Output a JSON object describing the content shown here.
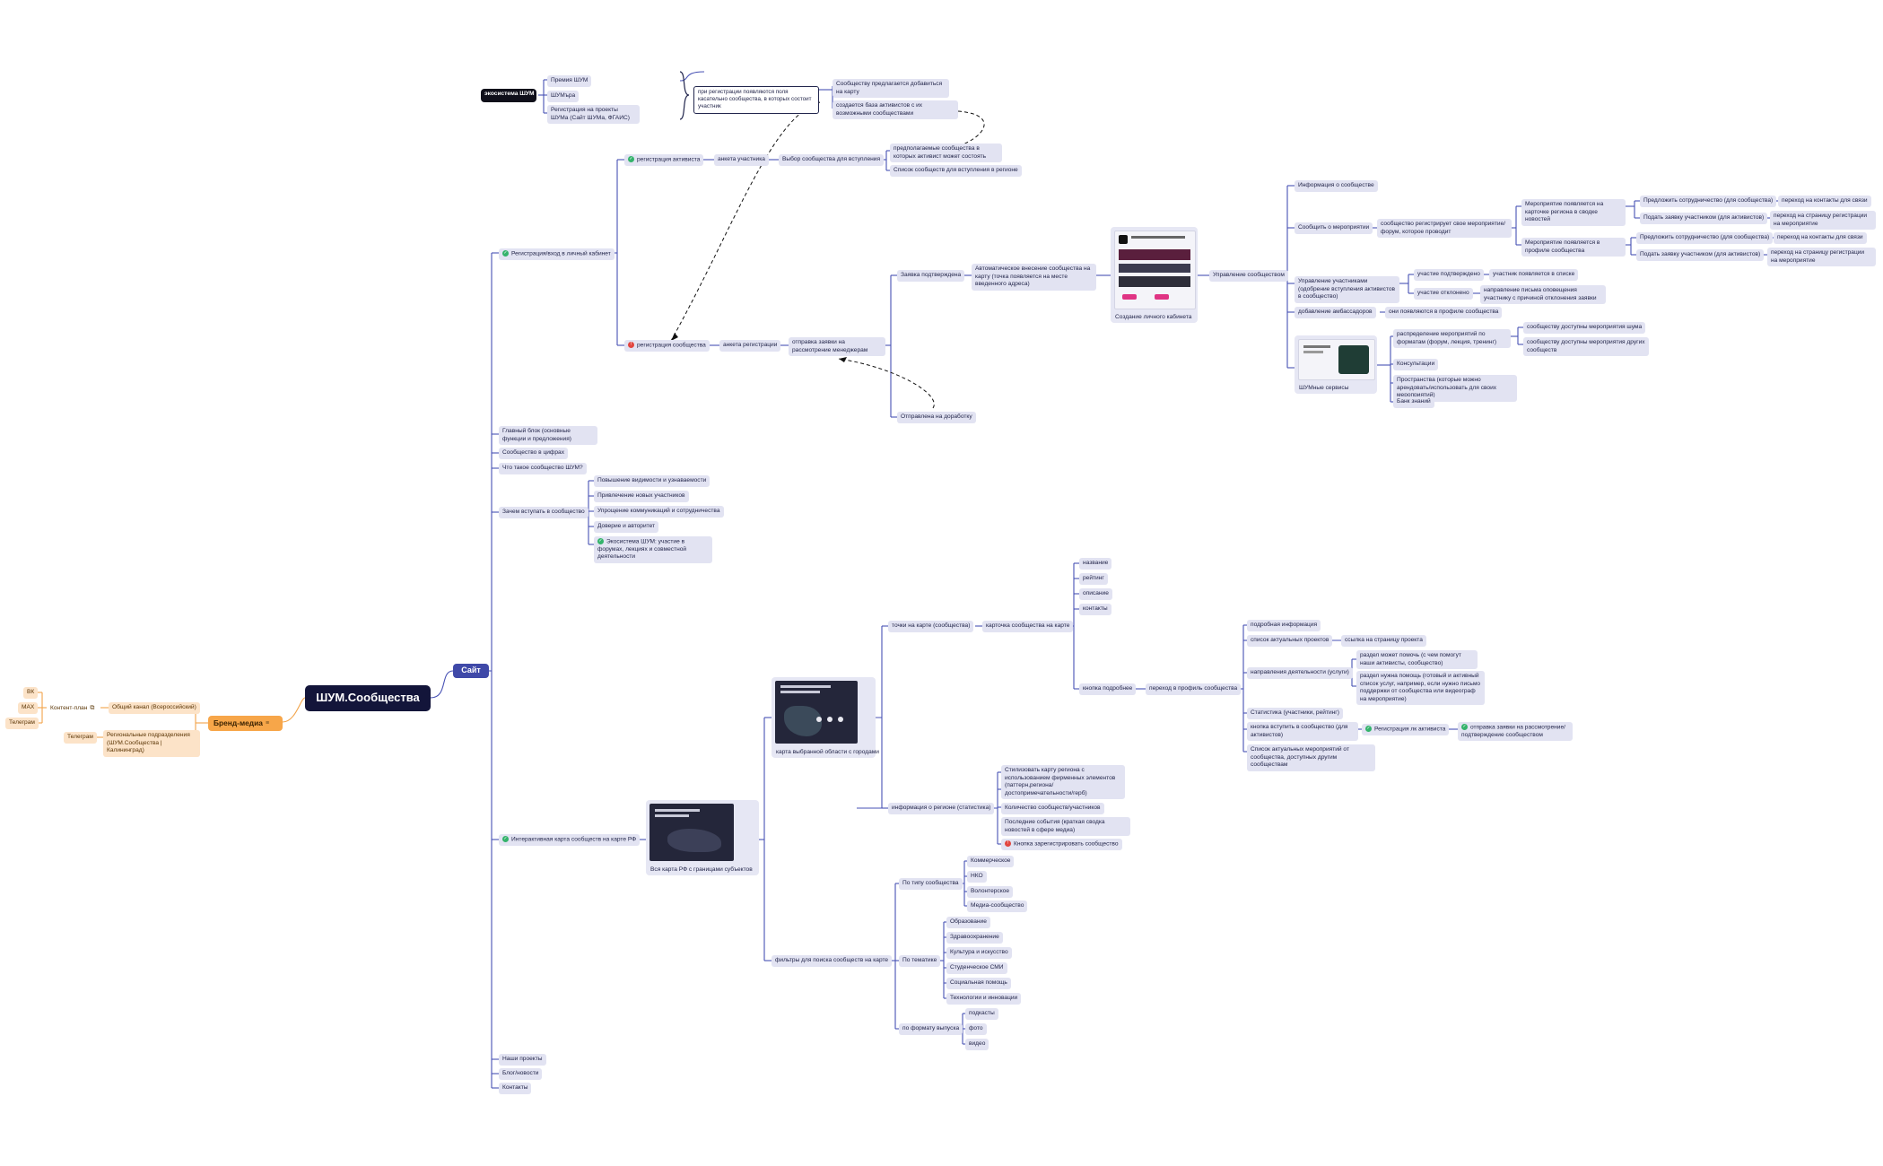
{
  "root": {
    "label": "ШУМ.Сообщества"
  },
  "site": {
    "label": "Сайт"
  },
  "brand": {
    "label": "Бренд-медиа",
    "general_channel": "Общий канал (Всероссийский)",
    "content_plan": "Контент-план",
    "vk": "ВК",
    "max": "MAX",
    "telegram1": "Телеграм",
    "regional": "Региональные подразделения (ШУМ.Сообщества | Калининград)",
    "telegram2": "Телеграм"
  },
  "eco": {
    "label": "экосистема ШУМ",
    "items": [
      "Премия ШУМ",
      "ШУМъра",
      "Регистрация на проекты ШУМа (Сайт ШУМа, ФГАИС)"
    ],
    "note": "при регистрации появляются поля касательно сообщества, в которых состоит участник",
    "offer": "Сообществу предлагается добавиться на карту",
    "base": "создается база активистов с их возможными сообществами"
  },
  "reg": {
    "label": "Регистрация/вход в личный кабинет",
    "activist": "регистрация активиста",
    "activist_form": "анкета участника",
    "choose": "Выбор сообщества для вступления",
    "choose_a": "предполагаемые сообщества в которых активист может состоять",
    "choose_b": "Список сообществ для вступления в регионе",
    "community": "регистрация сообщества",
    "community_form": "анкета регистрации",
    "send": "отправка заявки на рассмотрение менеджерам",
    "approved": "Заявка подтверждена",
    "auto": "Автоматическое внесение сообщества на карту (точка появляется на месте введенного адреса)",
    "cabinet": "Создание личного кабинета",
    "rework": "Отправлена на доработку",
    "manage": "Управление сообществом",
    "info": "Информация о сообществе",
    "events": "Сообщить о мероприятии",
    "events_reg": "сообщество регистрирует свое мероприятие/форум, которое проводит",
    "ev_news": "Мероприятие появляется на карточке региона в сводке новостей",
    "ev_profile": "Мероприятие появляется в профиле сообщества",
    "coop1": "Предложить сотрудничество (для сообщества)",
    "coop1_go": "переход на контакты для связи",
    "req1": "Подать заявку участником (для активистов)",
    "req1_go": "переход на страницу регистрации на мероприятие",
    "coop2": "Предложить сотрудничество (для сообщества)",
    "coop2_go": "переход на контакты для связи",
    "req2": "Подать заявку участником (для активистов)",
    "req2_go": "переход на страницу регистрации на мероприятие",
    "members": "Управление участниками (одобрение вступления активистов в сообщество)",
    "mem_ok": "участие подтверждено",
    "mem_ok_res": "участник появляется в списке",
    "mem_no": "участие отклонено",
    "mem_no_res": "направление письма оповещения участнику с причиной отклонения заявки",
    "amb": "добавление амбассадоров",
    "amb_res": "они появляются в профиле сообщества",
    "services": "ШУМные сервисы",
    "svc_distribution": "распределение мероприятий по форматам (форум, лекция, тренинг)",
    "svc_d1": "сообществу доступны мероприятия шума",
    "svc_d2": "сообществу доступны мероприятия других сообществ",
    "svc_consult": "Консультации",
    "svc_spaces": "Пространства (которые можно арендовать/использовать для своих мероприятий)",
    "svc_knowledge": "Банк знаний"
  },
  "left_items": {
    "main_block": "Главный блок (основные функции и предложения)",
    "numbers": "Сообщество в цифрах",
    "what": "Что такое сообщество ШУМ?",
    "why": "Зачем вступать в сообщество",
    "why_items": [
      "Повышение видимости и узнаваемости",
      "Привлечение новых участников",
      "Упрощение коммуникаций и сотрудничества",
      "Доверие и авторитет",
      "Экосистема ШУМ: участие в форумах, лекциях и совместной деятельности"
    ],
    "projects": "Наши проекты",
    "blog": "Блог/новости",
    "contacts": "Контакты"
  },
  "map": {
    "label": "Интерактивная карта сообществ на карте РФ",
    "rf_caption": "Вся карта РФ с границами субъектов",
    "region_caption": "карта выбранной области с городами",
    "points": "точки на карте (сообщества)",
    "card": "карточка сообщества на карте",
    "card_items": [
      "название",
      "рейтинг",
      "описание",
      "контакты"
    ],
    "more": "кнопка подробнее",
    "profile": "переход в профиль сообщества",
    "profile_items": [
      "подробная информация",
      "список актуальных проектов",
      "направления деятельности (услуги)",
      "Статистика (участники, рейтинг)",
      "кнопка вступить в сообщество (для активистов)",
      "Список актуальных мероприятий от сообщества, доступных другим сообществам"
    ],
    "project_link": "ссылка на страницу проекта",
    "dir_a": "раздел может помочь (с чем помогут наши активисты, сообщество)",
    "dir_b": "раздел нужна помощь (готовый и активный список услуг, например, если нужно письмо поддержки от сообщества или видеограф на мероприятие)",
    "join_reg": "Регистрация лк активиста",
    "join_send": "отправка заявки на рассмотрение/подтверждение сообществом",
    "stats": "информация о регионе (статистика)",
    "stats_items": [
      "Стилизовать карту региона с использованием фирменных элементов (паттерн,региона/достопримечательности/герб)",
      "Количество сообществ/участников",
      "Последние события (краткая сводка новостей в сфере медиа)",
      "Кнопка зарегистрировать сообщество"
    ],
    "filters": "фильтры для поиска сообществ на карте",
    "by_type": "По типу сообщества",
    "type_items": [
      "Коммерческое",
      "НКО",
      "Волонтерское",
      "Медиа-сообщество"
    ],
    "by_topic": "По тематике",
    "topic_items": [
      "Образование",
      "Здравоохранение",
      "Культура и искусство",
      "Студенческое СМИ",
      "Социальная помощь",
      "Технологии и инновации"
    ],
    "by_format": "по формату выпуска",
    "format_items": [
      "подкасты",
      "фото",
      "видео"
    ]
  },
  "colors": {
    "line": "#4751b4",
    "root": "#13153a",
    "site": "#3f49a8",
    "brand": "#f7a649",
    "node": "#e2e3f2",
    "text": "#23264a"
  }
}
